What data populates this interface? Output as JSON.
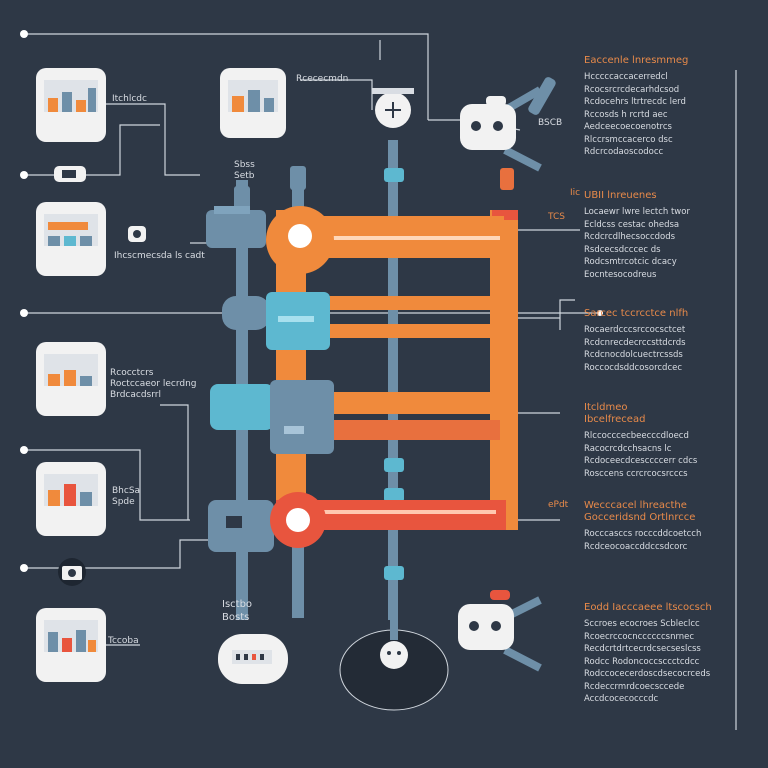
{
  "colors": {
    "background": "#2e3846",
    "orange": "#f08a3c",
    "red": "#e8553e",
    "teal": "#5db8d0",
    "steel": "#6e8fa8",
    "card": "#f2f2f2"
  },
  "left_labels": [
    "Itchlcdc",
    "Ihcscmecsda ls cadt",
    "Rcocctcrs\nRoctccaeor lecrdng\nBrdcacdsrrl",
    "BhcSa\nSpde",
    "Tccoba"
  ],
  "top_labels": {
    "top_mid": "Rcececmdn",
    "node_a": "Sbss\nSetb",
    "bottom_center": "Isctbo\nBosts"
  },
  "small_marks": {
    "bsg": "BSCB",
    "n1": "TCS",
    "n2": "Iic",
    "n3": "ePdt"
  },
  "right_blocks": [
    {
      "heading": "Eaccenle lnresmmeg",
      "lines": [
        "Hcccccaccacerredcl",
        "Rcocsrcrcdecarhdcsod",
        "Rcdocehrs ltrtrecdc lerd",
        "Rccosds h rcrtd aec",
        "Aedceecoecoenotrcs",
        "Rlccrsmccacerco dsc",
        "Rdcrcodaoscodocc"
      ]
    },
    {
      "heading": "UBII lnreuenes",
      "lines": [
        "Locaewr lwre lectch twor",
        "Ecldcss cestac ohedsa",
        "Rcdcrcdlhecsoccdods",
        "Rsdcecsdcccec ds",
        "Rodcsmtrcotcic dcacy",
        "Eocntesocodreus"
      ]
    },
    {
      "heading": "Sarcec tccrcctce nlfh",
      "lines": [
        "Rocaerdcccsrccocsctcet",
        "Rcdcnrecdecrccsttdcrds",
        "Rcdcnocdolcuectrcssds",
        "Roccocdsddcosorcdcec"
      ]
    },
    {
      "heading": "Itcldmeo\nIbcelfrecead",
      "lines": [
        "Rlccocccecbeecccdloecd",
        "Racocrcdcchsacns lc",
        "Rcdoceecdcesccccerr cdcs",
        "Rosccens ccrcrcocsrcccs"
      ]
    },
    {
      "heading": "Wecccacel lhreacthe\nGocceridsnd Ortlnrcce",
      "lines": [
        "Rocccasccs rocccddcoetcch",
        "Rcdceocoaccddccsdcorc"
      ]
    },
    {
      "heading": "Eodd Iacccaeee ltscocsch",
      "lines": [
        "Sccroes ecocroes Scbleclcc",
        "Rcoecrccocnccccccsnrnec",
        "Recdcrtdrtcecrdcsecseslcss",
        "Rodcc Rodoncoccsccctcdcc",
        "Rodccocecerdoscdsecocrceds",
        "Rcdeccrmrdcoecsccede",
        "Accdcocecocccdc"
      ]
    }
  ]
}
